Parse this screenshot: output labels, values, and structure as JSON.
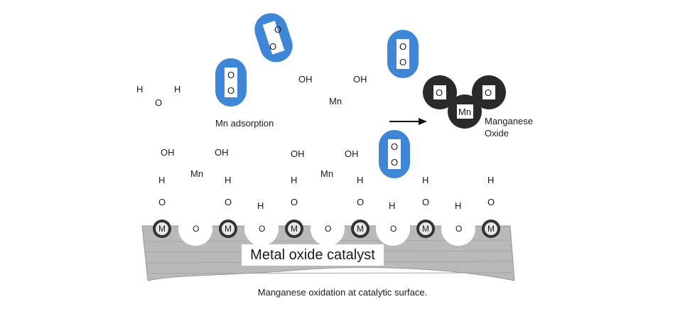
{
  "diagram": {
    "surface_label": "Metal oxide catalyst",
    "caption": "Manganese oxidation at catalytic surface.",
    "adsorption_label": "Mn adsorption",
    "product_label_line1": "Manganese",
    "product_label_line2": "Oxide",
    "water": {
      "h1": "H",
      "h2": "H",
      "o": "O"
    },
    "free_mn_complex": {
      "oh_left": "OH",
      "oh_right": "OH",
      "mn": "Mn"
    },
    "surface_mn_1": {
      "oh_left": "OH",
      "oh_right": "OH",
      "mn": "Mn"
    },
    "surface_mn_2": {
      "oh_left": "OH",
      "oh_right": "OH",
      "mn": "Mn"
    },
    "surface_atoms": [
      "M",
      "O",
      "M",
      "O",
      "M",
      "O",
      "M",
      "O",
      "M",
      "O",
      "M"
    ],
    "surface_groups": [
      "H O",
      "H O",
      "H",
      "H O",
      "H O",
      "H",
      "H O",
      "H",
      "H O"
    ],
    "o2_atom": "O",
    "product": {
      "o_left": "O",
      "o_right": "O",
      "mn": "Mn"
    },
    "colors": {
      "oxygen_blue": "#3f86d6",
      "product_dark": "#2a2a2a",
      "surface_gray": "#b9b9b9"
    }
  }
}
